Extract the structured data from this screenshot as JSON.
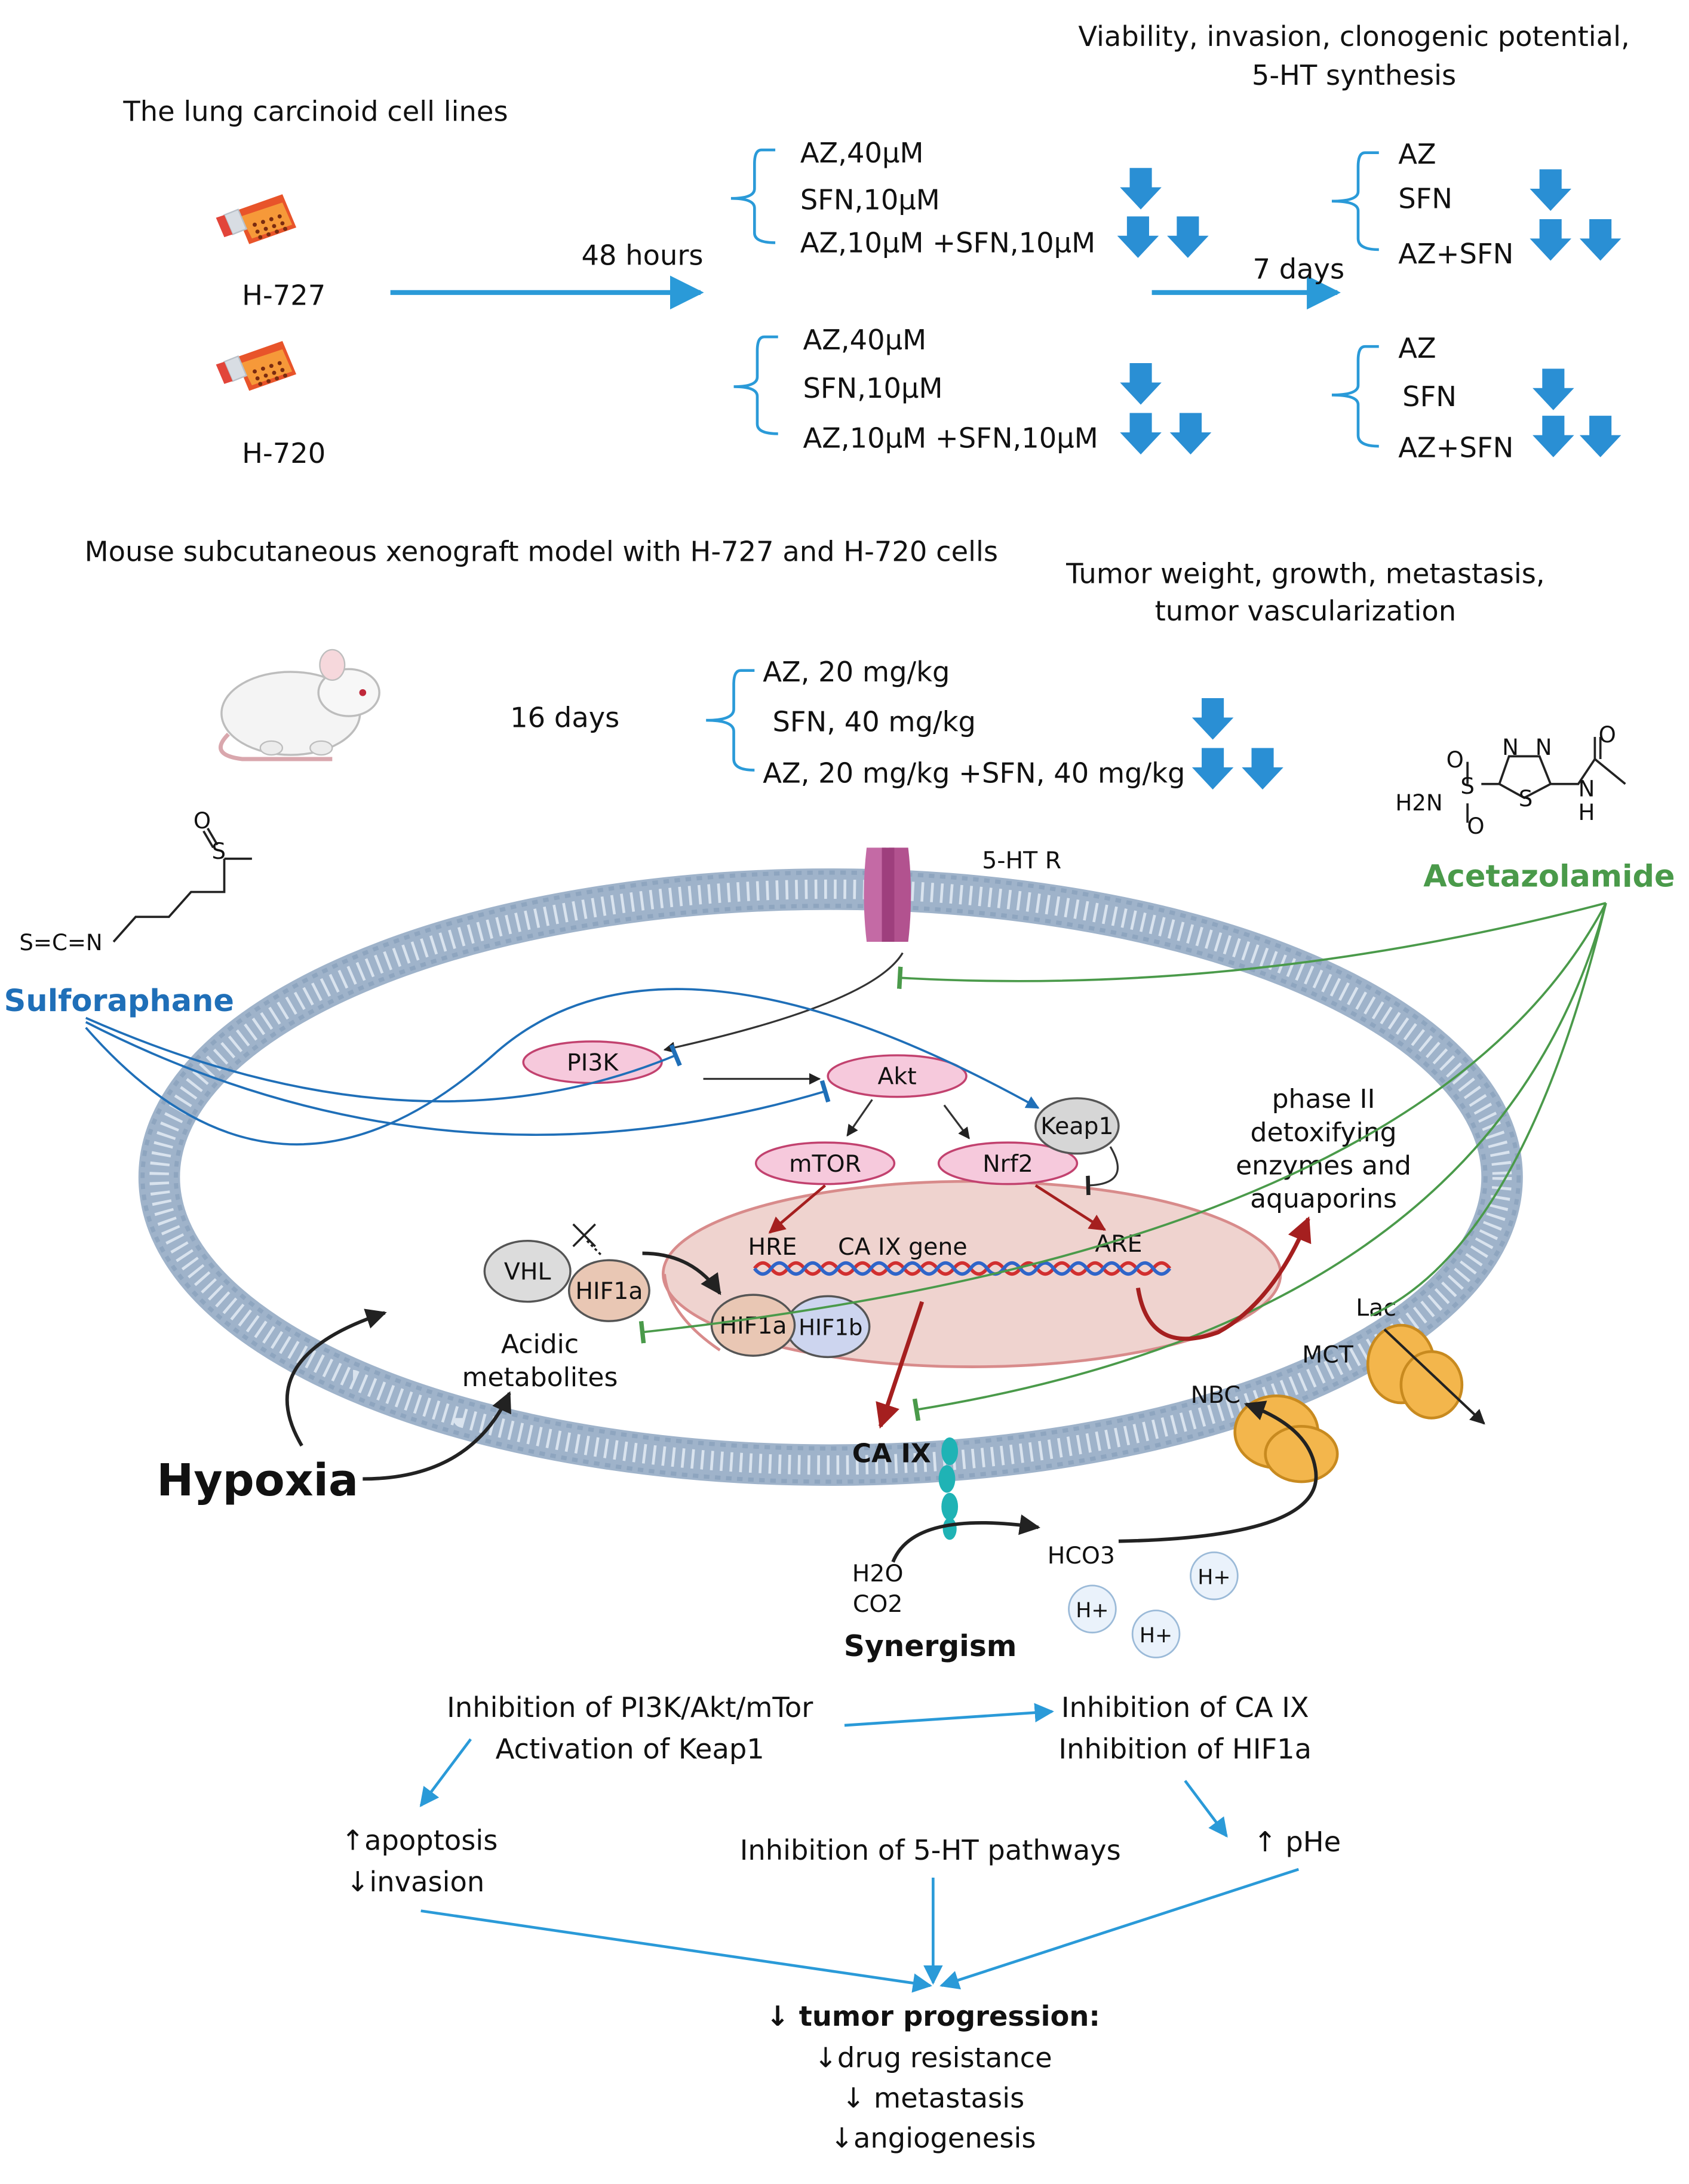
{
  "top": {
    "readouts_title_line1": "Viability, invasion, clonogenic potential,",
    "readouts_title_line2": "5-HT synthesis",
    "cell_lines_title": "The lung carcinoid cell lines",
    "cell_line_1": "H-727",
    "cell_line_2": "H-720",
    "duration_1": "48 hours",
    "duration_2": "7 days",
    "h727_treatments": [
      "AZ,40μM",
      "SFN,10μM",
      "AZ,10μM +SFN,10μM"
    ],
    "h720_treatments": [
      "AZ,40μM",
      "SFN,10μM",
      "AZ,10μM +SFN,10μM"
    ],
    "long_treatments_1": [
      "AZ",
      "SFN",
      "AZ+SFN"
    ],
    "long_treatments_2": [
      "AZ",
      "SFN",
      "AZ+SFN"
    ]
  },
  "mouse": {
    "title": "Mouse subcutaneous xenograft model with H-727 and H-720 cells",
    "readouts_line1": "Tumor weight, growth, metastasis,",
    "readouts_line2": "tumor vascularization",
    "duration": "16 days",
    "treatments": [
      "AZ, 20 mg/kg",
      "SFN, 40 mg/kg",
      "AZ, 20 mg/kg +SFN, 40 mg/kg"
    ]
  },
  "molecules": {
    "sulforaphane": "Sulforaphane",
    "acetazolamide": "Acetazolamide",
    "sfn_atoms": [
      "O",
      "S",
      "S=C=N"
    ],
    "az_atoms": [
      "O",
      "S",
      "O",
      "H2N",
      "N",
      "N",
      "S",
      "N",
      "H",
      "O"
    ]
  },
  "cell": {
    "receptor": "5-HT R",
    "pi3k": "PI3K",
    "akt": "Akt",
    "mtor": "mTOR",
    "nrf2": "Nrf2",
    "keap1": "Keap1",
    "phase2_lines": [
      "phase II",
      "detoxifying",
      "enzymes and",
      "aquaporins"
    ],
    "hre": "HRE",
    "ca9_gene": "CA IX gene",
    "are": "ARE",
    "vhl": "VHL",
    "hif1a": "HIF1a",
    "hif1a_nuc": "HIF1a",
    "hif1b": "HIF1b",
    "acidic_line1": "Acidic",
    "acidic_line2": "metabolites",
    "hypoxia": "Hypoxia",
    "ca9": "CA IX",
    "lac": "Lac",
    "mct": "MCT",
    "nbc": "NBC",
    "hco3": "HCO3",
    "h2o": "H2O",
    "co2": "CO2",
    "hplus": "H+",
    "synergism": "Synergism"
  },
  "flow": {
    "left_line1": "Inhibition of  PI3K/Akt/mTor",
    "left_line2": "Activation of Keap1",
    "right_line1": "Inhibition of CA IX",
    "right_line2": "Inhibition of HIF1a",
    "apoptosis": "↑apoptosis",
    "invasion": "↓invasion",
    "middle": "Inhibition of 5-HT pathways",
    "phe": "↑ pHe",
    "result_title": "↓ tumor progression:",
    "result_items": [
      "↓drug resistance",
      "↓ metastasis",
      "↓angiogenesis"
    ]
  },
  "colors": {
    "arrow_blue": "#2a9ad8",
    "down_arrow": "#2a8fd4",
    "sfn_blue": "#1f6fb8",
    "az_green": "#4a9a4a",
    "membrane": "#aebfd3",
    "pink_node": "#f6c9dc",
    "pink_stroke": "#c2426f",
    "nucleus": "#efd3cf",
    "dark_red": "#a51f1f",
    "orange_channel": "#f3b64c",
    "teal": "#1fb3b5"
  }
}
